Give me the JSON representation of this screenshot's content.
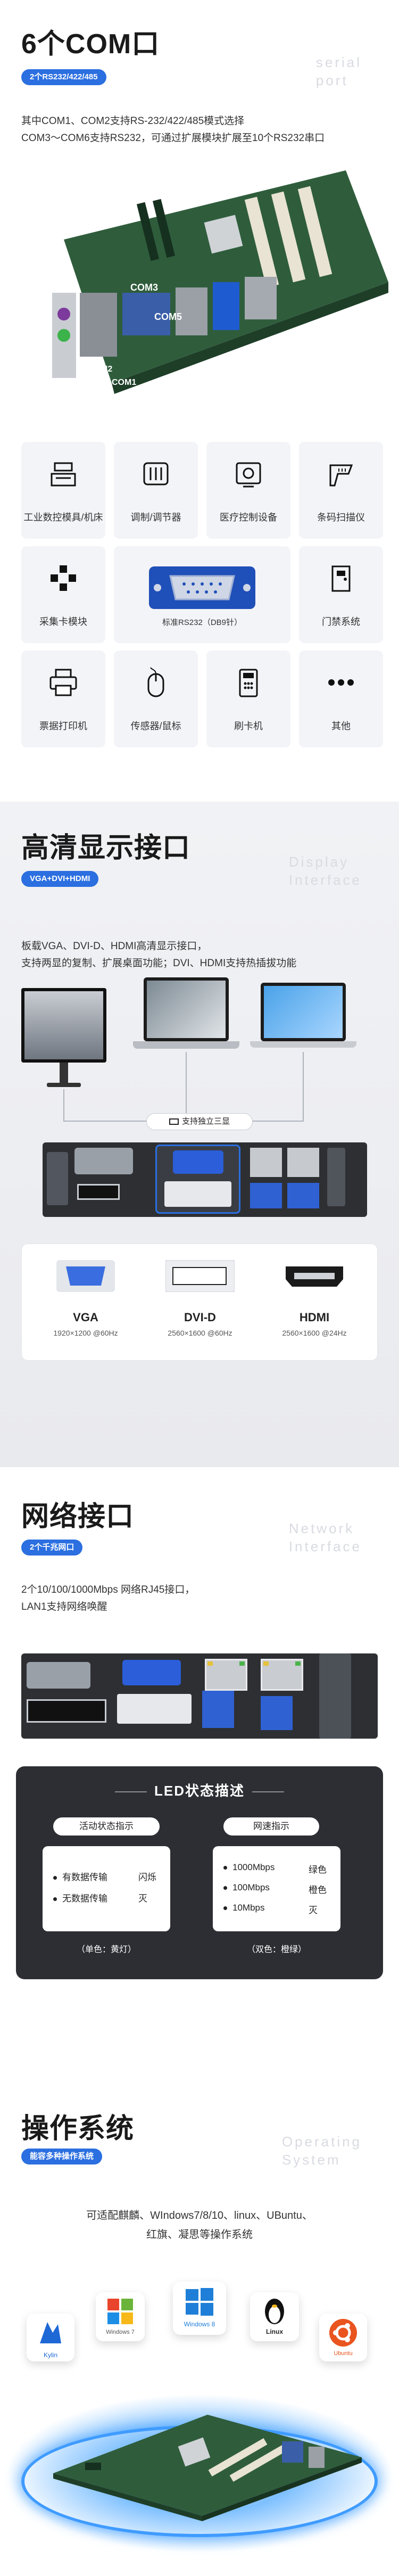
{
  "com": {
    "title": "6个COM口",
    "badge": "2个RS232/422/485",
    "ghost_line1": "serial",
    "ghost_line2": "port",
    "desc_line1": "其中COM1、COM2支持RS-232/422/485模式选择",
    "desc_line2": "COM3～COM6支持RS232，可通过扩展模块扩展至10个RS232串口",
    "board_label_1": "COM3",
    "board_label_2": "COM5",
    "board_label_3": "COM2",
    "board_label_4": "COM1",
    "devices": [
      {
        "label": "工业数控模具/机床",
        "icon": "cash-register-icon"
      },
      {
        "label": "调制/调节器",
        "icon": "modem-icon"
      },
      {
        "label": "医疗控制设备",
        "icon": "medical-monitor-icon"
      },
      {
        "label": "条码扫描仪",
        "icon": "barcode-scanner-icon"
      },
      {
        "label": "采集卡模块",
        "icon": "gamepad-icon"
      },
      {
        "label": "门禁系统",
        "icon": "door-access-icon"
      },
      {
        "label": "票据打印机",
        "icon": "printer-icon"
      },
      {
        "label": "传感器/鼠标",
        "icon": "mouse-icon"
      },
      {
        "label": "刷卡机",
        "icon": "card-reader-icon"
      },
      {
        "label": "其他",
        "icon": "more-icon"
      }
    ],
    "center_caption": "标准RS232（DB9针）"
  },
  "display": {
    "title": "高清显示接口",
    "badge": "VGA+DVI+HDMI",
    "ghost_line1": "Display",
    "ghost_line2": "Interface",
    "desc_line1": "板载VGA、DVI-D、HDMI高清显示接口，",
    "desc_line2": "支持两显的复制、扩展桌面功能；DVI、HDMI支持热插拔功能",
    "independent": "支持独立三显",
    "ports": [
      {
        "name": "VGA",
        "res": "1920×1200 @60Hz"
      },
      {
        "name": "DVI-D",
        "res": "2560×1600 @60Hz"
      },
      {
        "name": "HDMI",
        "res": "2560×1600 @24Hz"
      }
    ]
  },
  "network": {
    "title": "网络接口",
    "badge": "2个千兆网口",
    "ghost_line1": "Network",
    "ghost_line2": "Interface",
    "desc_line1": "2个10/100/1000Mbps 网络RJ45接口，",
    "desc_line2": "LAN1支持网络唤醒",
    "led_title": "LED状态描述",
    "activity_title": "活动状态指示",
    "activity_rows": [
      {
        "label": "有数据传输",
        "value": "闪烁"
      },
      {
        "label": "无数据传输",
        "value": "灭"
      }
    ],
    "activity_foot": "（单色：黄灯）",
    "speed_title": "网速指示",
    "speed_rows": [
      {
        "label": "1000Mbps",
        "value": "绿色"
      },
      {
        "label": "100Mbps",
        "value": "橙色"
      },
      {
        "label": "10Mbps",
        "value": "灭"
      }
    ],
    "speed_foot": "（双色：橙绿）"
  },
  "os": {
    "title": "操作系统",
    "badge": "能容多种操作系统",
    "ghost_line1": "Operating",
    "ghost_line2": "System",
    "desc_line1": "可适配麒麟、WIndows7/8/10、linux、UBuntu、",
    "desc_line2": "红旗、凝思等操作系统",
    "logos": [
      "Kylin",
      "Windows 7",
      "Windows 8",
      "Linux",
      "Ubuntu"
    ]
  },
  "colors": {
    "accent": "#2b6fe0",
    "dark_panel": "#2c2e33",
    "board_green": "#2e5a3a"
  }
}
